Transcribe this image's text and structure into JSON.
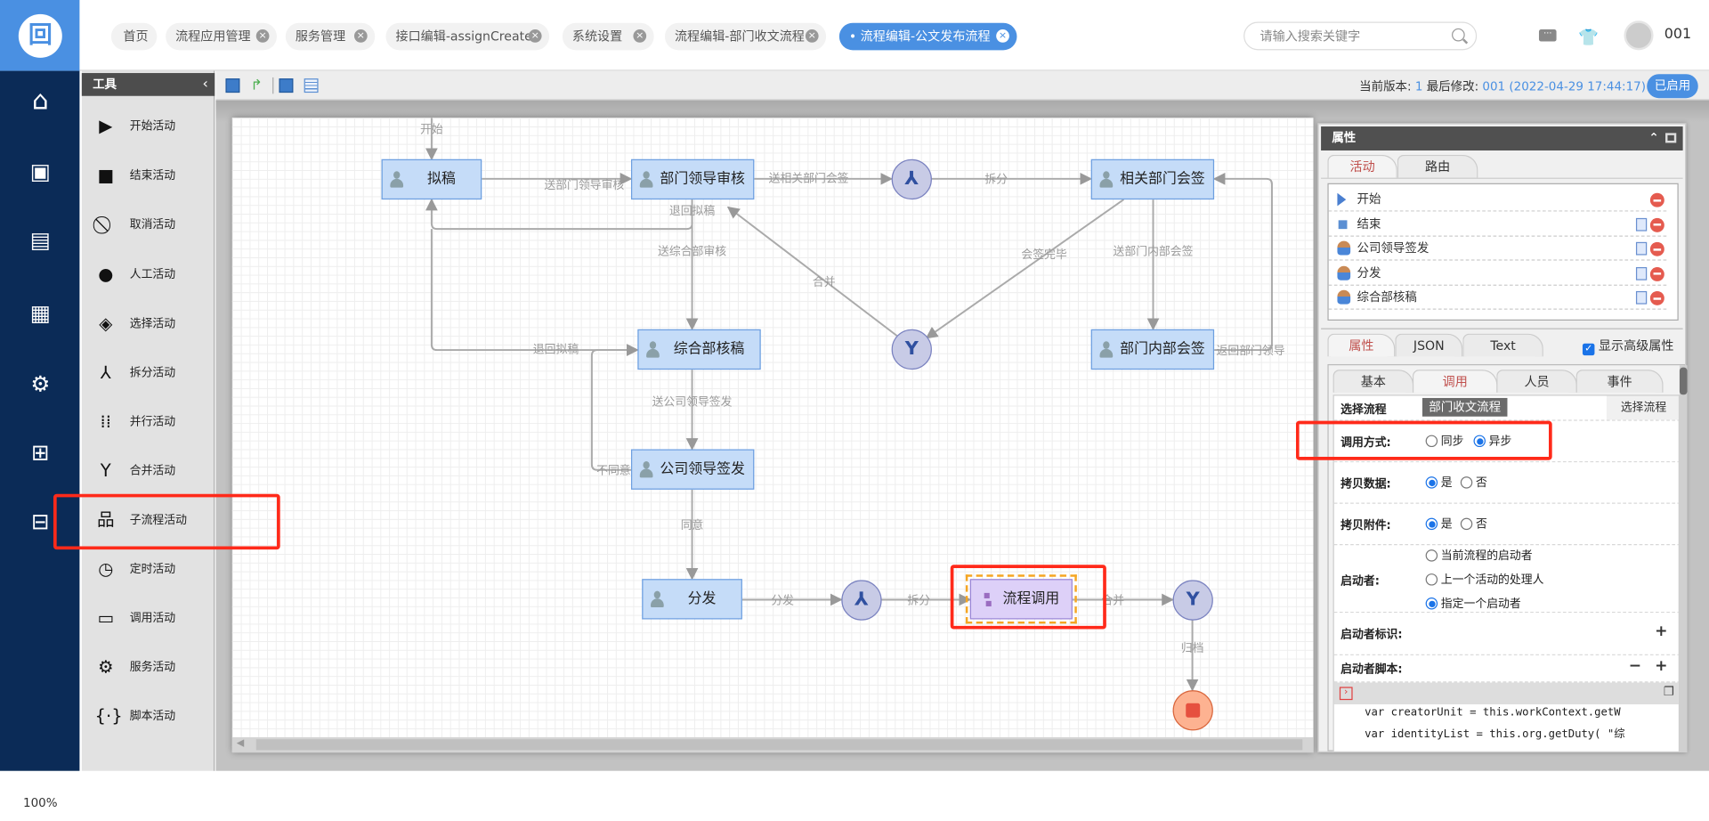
{
  "header": {
    "tabs": [
      {
        "label": "首页",
        "closable": false
      },
      {
        "label": "流程应用管理",
        "closable": true
      },
      {
        "label": "服务管理",
        "closable": true
      },
      {
        "label": "接口编辑-assignCreate",
        "closable": true
      },
      {
        "label": "系统设置",
        "closable": true
      },
      {
        "label": "流程编辑-部门收文流程",
        "closable": true
      },
      {
        "label": "流程编辑-公文发布流程",
        "closable": true,
        "active": true
      }
    ],
    "search_placeholder": "请输入搜索关键字",
    "username": "001"
  },
  "nav": {
    "zoom": "100%",
    "items": [
      "home-icon",
      "desktop-user-icon",
      "news-icon",
      "calendar-icon",
      "user-settings-icon",
      "dashboard-icon",
      "flow-monitor-icon"
    ]
  },
  "tools": {
    "title": "工具",
    "items": [
      {
        "label": "开始活动",
        "icon": "▶"
      },
      {
        "label": "结束活动",
        "icon": "■"
      },
      {
        "label": "取消活动",
        "icon": "⃠"
      },
      {
        "label": "人工活动",
        "icon": "●"
      },
      {
        "label": "选择活动",
        "icon": "◈"
      },
      {
        "label": "拆分活动",
        "icon": "⅄"
      },
      {
        "label": "并行活动",
        "icon": "⁞⁞"
      },
      {
        "label": "合并活动",
        "icon": "Y"
      },
      {
        "label": "子流程活动",
        "icon": "品"
      },
      {
        "label": "定时活动",
        "icon": "◷"
      },
      {
        "label": "调用活动",
        "icon": "▭"
      },
      {
        "label": "服务活动",
        "icon": "⚙"
      },
      {
        "label": "脚本活动",
        "icon": "{·}"
      }
    ]
  },
  "toolbar": {
    "version_label": "当前版本:",
    "version": "1",
    "modified_label": "最后修改:",
    "modified": "001 (2022-04-29 17:44:17)",
    "status": "已启用"
  },
  "flow": {
    "nodes": {
      "draft": "拟稿",
      "dept_review": "部门领导审核",
      "related_sign": "相关部门会签",
      "general_review": "综合部核稿",
      "internal_sign": "部门内部会签",
      "company_sign": "公司领导签发",
      "distribute": "分发",
      "process_call": "流程调用"
    },
    "edges": {
      "start": "开始",
      "to_dept_review": "送部门领导审核",
      "to_related_sign": "送相关部门会签",
      "split1": "拆分",
      "back_draft1": "退回拟稿",
      "to_general": "送综合部审核",
      "back_draft2": "退回拟稿",
      "to_company": "送公司领导签发",
      "disagree": "不同意",
      "agree": "同意",
      "distribute": "分发",
      "split2": "拆分",
      "merge2": "合并",
      "archive": "归档",
      "sign_done": "会签完毕",
      "merge1": "合并",
      "to_internal": "送部门内部会签",
      "back_dept": "返回部门领导"
    }
  },
  "properties": {
    "title": "属性",
    "list_tabs": [
      "活动",
      "路由"
    ],
    "activities": [
      {
        "label": "开始",
        "type": "start"
      },
      {
        "label": "结束",
        "type": "end"
      },
      {
        "label": "公司领导签发",
        "type": "manual"
      },
      {
        "label": "分发",
        "type": "manual"
      },
      {
        "label": "综合部核稿",
        "type": "manual"
      }
    ],
    "view_tabs": [
      "属性",
      "JSON",
      "Text"
    ],
    "show_advanced": "显示高级属性",
    "sub_tabs": [
      "基本",
      "调用",
      "人员",
      "事件"
    ],
    "select_process_label": "选择流程",
    "selected_process": "部门收文流程",
    "select_process_button": "选择流程",
    "call_mode_label": "调用方式:",
    "call_mode_options": [
      "同步",
      "异步"
    ],
    "call_mode_selected": "异步",
    "copy_data_label": "拷贝数据:",
    "copy_data_options": [
      "是",
      "否"
    ],
    "copy_attach_label": "拷贝附件:",
    "copy_attach_options": [
      "是",
      "否"
    ],
    "starter_label": "启动者:",
    "starter_options": [
      "当前流程的启动者",
      "上一个活动的处理人",
      "指定一个启动者"
    ],
    "starter_id_label": "启动者标识:",
    "starter_script_label": "启动者脚本:",
    "code_lines": [
      "    var creatorUnit = this.workContext.getW",
      "    var identityList = this.org.getDuty( \"综"
    ]
  },
  "colors": {
    "brand": "#4a90e2",
    "nav": "#0b2b57",
    "highlight": "#ff2a1a"
  }
}
